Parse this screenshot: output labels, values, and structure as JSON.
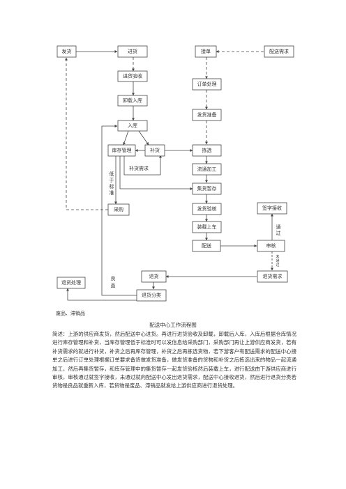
{
  "nodes": {
    "fahuo": "发货",
    "jinhuo": "进货",
    "jinhuo_yanshou": "进货验收",
    "xiezai_ruku": "卸载入库",
    "ruku": "入库",
    "kucun_guanli": "库存管理",
    "buhuo": "补货",
    "caigou": "采购",
    "jiedan": "接单",
    "peisong_xuqiu": "配送需求",
    "dingdan_chuli": "订单处理",
    "fahuo_zhunbei": "发货准备",
    "jianxuan": "拣选",
    "liutong_jiagong": "流通加工",
    "jihuo_zancun": "集货暂存",
    "fahuo_yanhe": "发货验核",
    "zhuangzai_shangche": "装载上车",
    "peisong": "配送",
    "qianzi_jieshou": "签字接收",
    "shenhe": "审核",
    "tuihuo_xuqiu": "退货需求",
    "tuihuo": "退货",
    "tuihuo_chuli": "退货处理",
    "tuihuo_fenlei": "退货分类"
  },
  "labels": {
    "buhuo_xuqiu": "补货需求",
    "di_yu_biaozhun": [
      "低",
      "于",
      "标",
      "准"
    ],
    "tongguo": [
      "通",
      "过"
    ],
    "weitongguo": [
      "未",
      "通",
      "过"
    ],
    "liangpin": [
      "良",
      "品"
    ],
    "feipin": "废品、滞销品"
  },
  "caption": "配送中心工作流程图",
  "description": "简述：上游的供应商发货，然后配送中心进货。再进行进货验收及卸载，卸载后入库，入库后根据仓库情况进行库存管理和补货，当库存管理低于标准时可以发信息给采购部门，采购部门再让上游供应商发货，若有补货需求的就进行补货，补货之后再库存管理，补货之后再拣选货物，若下游客户有配送需求的配送中心接单之后进行订单处理根据订单要求备货做发货准备，做发货准备的货物和补货之后拣选出来的物品一起流通加工，然后再集货暂存，和库存管理中的集货暂存一起发货验核然后装载上车，进行配送由下游供应商进行审核，审核通过就签字接收，未通过就向配送中心发出退货需求，配送中心接收退货，然后进行退货分类若货物是良品就重新入库，若货物是废品、滞销品就发给上游供应商进行退货处理。"
}
